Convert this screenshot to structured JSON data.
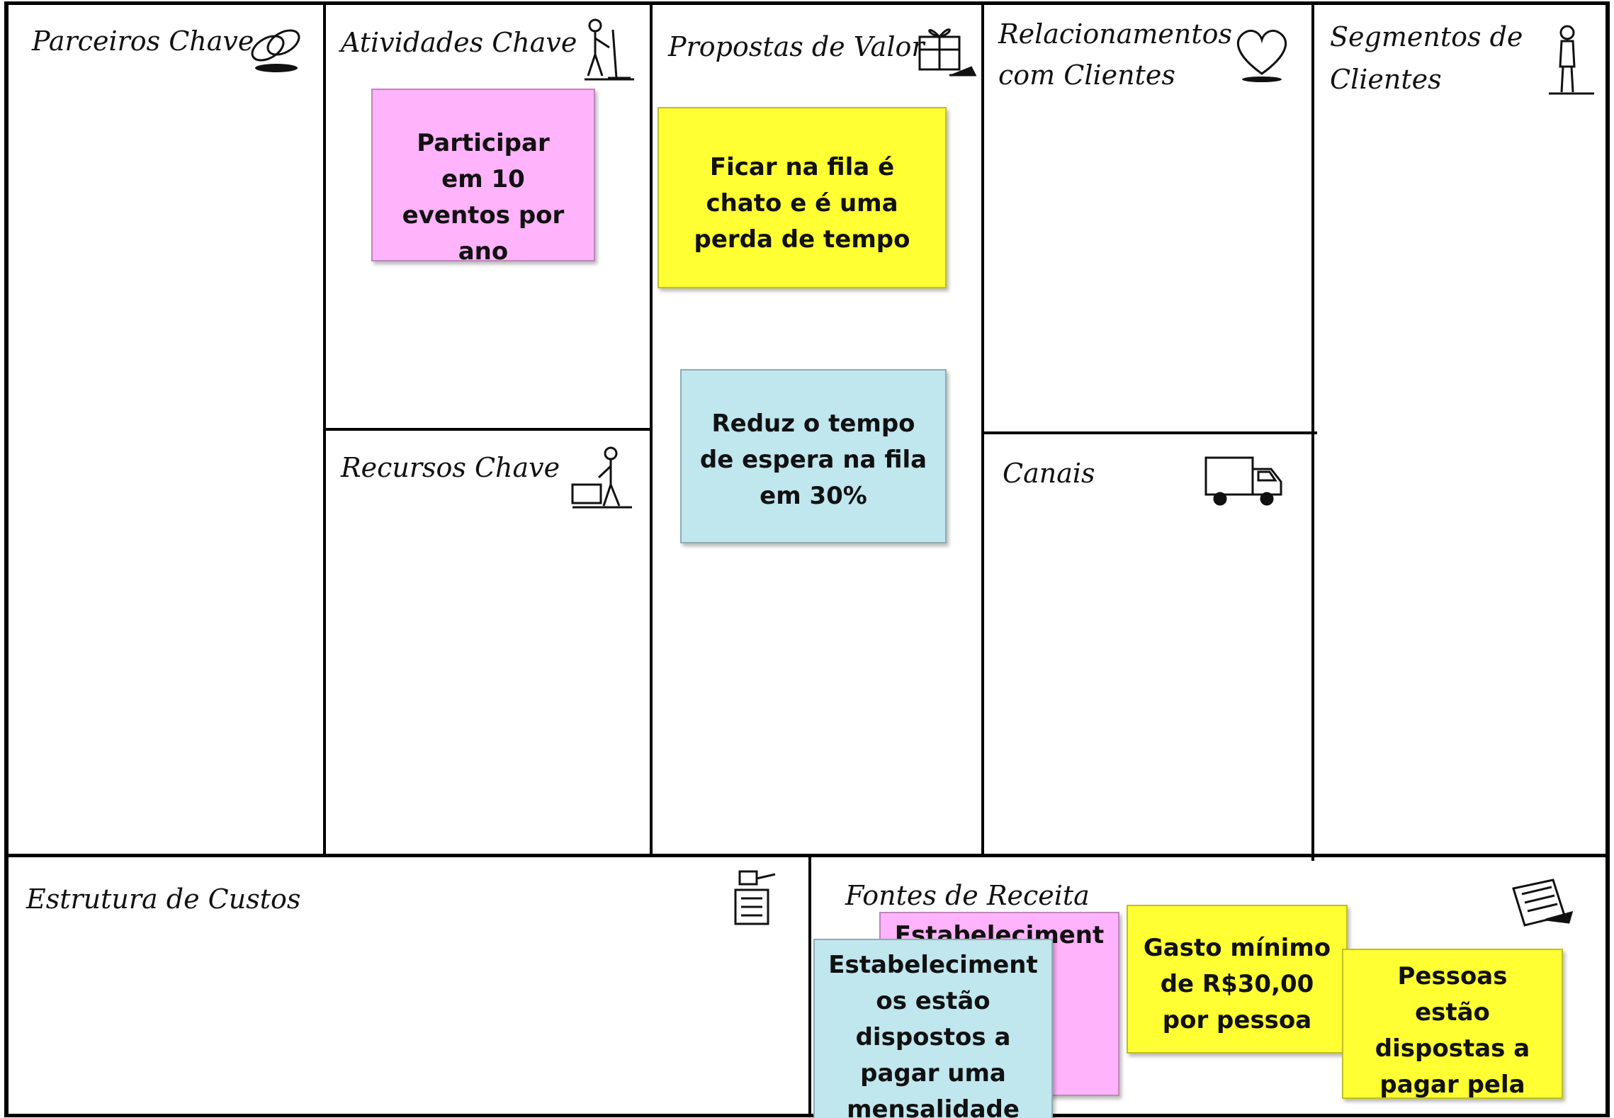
{
  "canvas": {
    "blocks": {
      "key_partners": {
        "title": "Parceiros Chave",
        "icon": "chain-links-icon"
      },
      "key_activities": {
        "title": "Atividades Chave",
        "icon": "worker-sweeping-icon"
      },
      "key_resources": {
        "title": "Recursos Chave",
        "icon": "worker-with-crate-icon"
      },
      "value_propositions": {
        "title": "Propostas de Valor",
        "icon": "gift-box-icon"
      },
      "customer_relationships": {
        "title_line1": "Relacionamentos",
        "title_line2": "com Clientes",
        "icon": "heart-icon"
      },
      "channels": {
        "title": "Canais",
        "icon": "delivery-truck-icon"
      },
      "customer_segments": {
        "title_line1": "Segmentos de",
        "title_line2": "Clientes",
        "icon": "standing-person-icon"
      },
      "cost_structure": {
        "title": "Estrutura de Custos",
        "icon": "cash-register-icon"
      },
      "revenue_streams": {
        "title": "Fontes de Receita",
        "icon": "receipt-paper-icon"
      }
    },
    "notes": {
      "activities_events": {
        "text": "Participar em 10 eventos por ano",
        "color": "#ffb3fa"
      },
      "value_queue_boring": {
        "text": "Ficar na fila é chato e é uma perda de tempo",
        "color": "#ffff33"
      },
      "value_reduce_wait": {
        "text": "Reduz o tempo de espera na fila em 30%",
        "color": "#c0e6ee"
      },
      "revenue_pink": {
        "text": "Estabeleciment a a de",
        "color": "#ffb3fa"
      },
      "revenue_blue": {
        "text": "Estabeleciment os estão dispostos a pagar uma mensalidade",
        "color": "#c0e6ee"
      },
      "revenue_min_spend": {
        "text": "Gasto mínimo de R$30,00 por pessoa",
        "color": "#ffff33"
      },
      "revenue_convenience": {
        "text": "Pessoas estão dispostas a pagar pela conveniência",
        "color": "#ffff33"
      }
    }
  }
}
